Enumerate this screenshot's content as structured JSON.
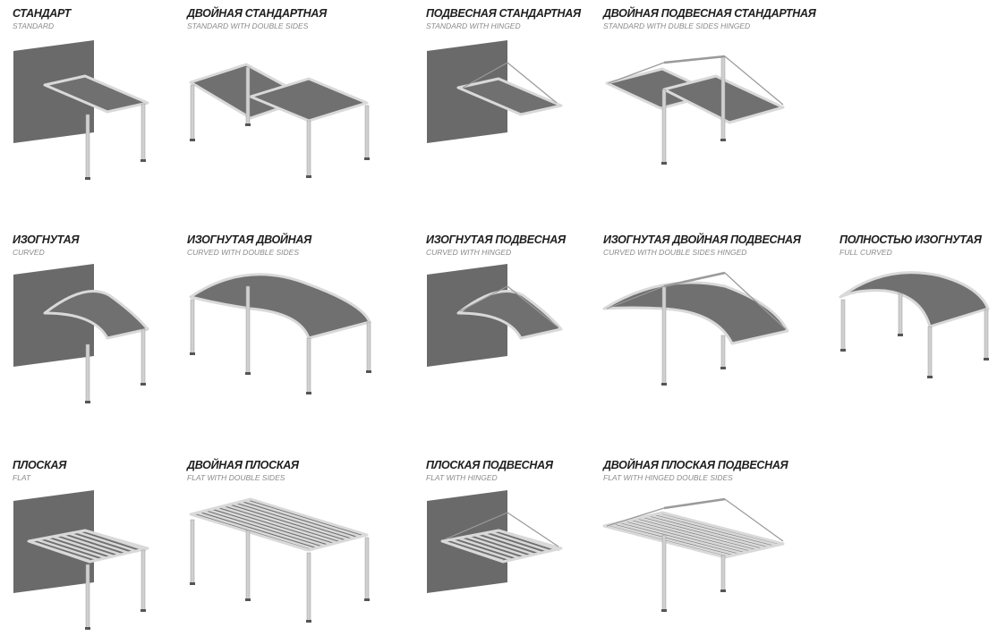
{
  "items": [
    {
      "title": "СТАНДАРТ",
      "subtitle": "STANDARD"
    },
    {
      "title": "ДВОЙНАЯ СТАНДАРТНАЯ",
      "subtitle": "STANDARD WITH DOUBLE SIDES"
    },
    {
      "title": "ПОДВЕСНАЯ СТАНДАРТНАЯ",
      "subtitle": "STANDARD WITH HINGED"
    },
    {
      "title": "ДВОЙНАЯ ПОДВЕСНАЯ СТАНДАРТНАЯ",
      "subtitle": "STANDARD WITH DUBLE SIDES HINGED"
    },
    {
      "title": "ИЗОГНУТАЯ",
      "subtitle": "CURVED"
    },
    {
      "title": "ИЗОГНУТАЯ ДВОЙНАЯ",
      "subtitle": "CURVED WITH DOUBLE SIDES"
    },
    {
      "title": "ИЗОГНУТАЯ ПОДВЕСНАЯ",
      "subtitle": "CURVED WITH HINGED"
    },
    {
      "title": "ИЗОГНУТАЯ ДВОЙНАЯ ПОДВЕСНАЯ",
      "subtitle": "CURVED WITH DOUBLE SIDES HINGED"
    },
    {
      "title": "ПОЛНОСТЬЮ ИЗОГНУТАЯ",
      "subtitle": "FULL CURVED"
    },
    {
      "title": "ПЛОСКАЯ",
      "subtitle": "FLAT"
    },
    {
      "title": "ДВОЙНАЯ ПЛОСКАЯ",
      "subtitle": "FLAT WITH DOUBLE SIDES"
    },
    {
      "title": "ПЛОСКАЯ ПОДВЕСНАЯ",
      "subtitle": "FLAT WITH HINGED"
    },
    {
      "title": "ДВОЙНАЯ ПЛОСКАЯ ПОДВЕСНАЯ",
      "subtitle": "FLAT WITH HINGED DOUBLE SIDES"
    }
  ],
  "colors": {
    "wall": "#6a6a6a",
    "canopy": "#707070",
    "frame": "#d9d9d9",
    "post": "#d0d0d0",
    "outline": "#9a9a9a"
  }
}
